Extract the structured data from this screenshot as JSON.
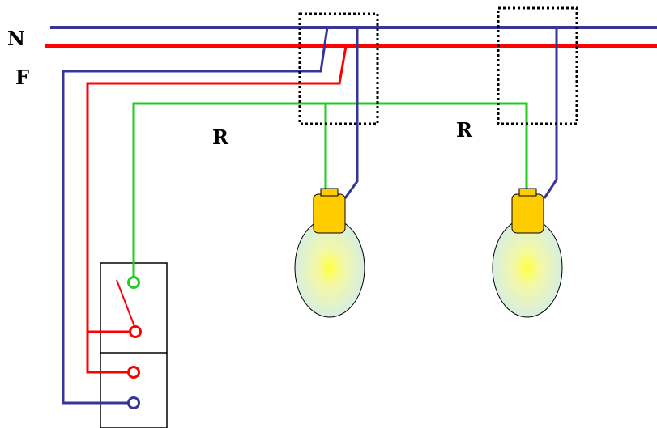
{
  "labels": {
    "neutral": "N",
    "phase": "F",
    "return_left": "R",
    "return_right": "R"
  },
  "colors": {
    "neutral": "#35359a",
    "phase": "#ff0000",
    "return": "#22cc22",
    "bulb_base": "#ffcc00",
    "bulb_glass": "#d9f0ec",
    "bulb_glow": "#ffff55",
    "junction_box": "#000000"
  }
}
